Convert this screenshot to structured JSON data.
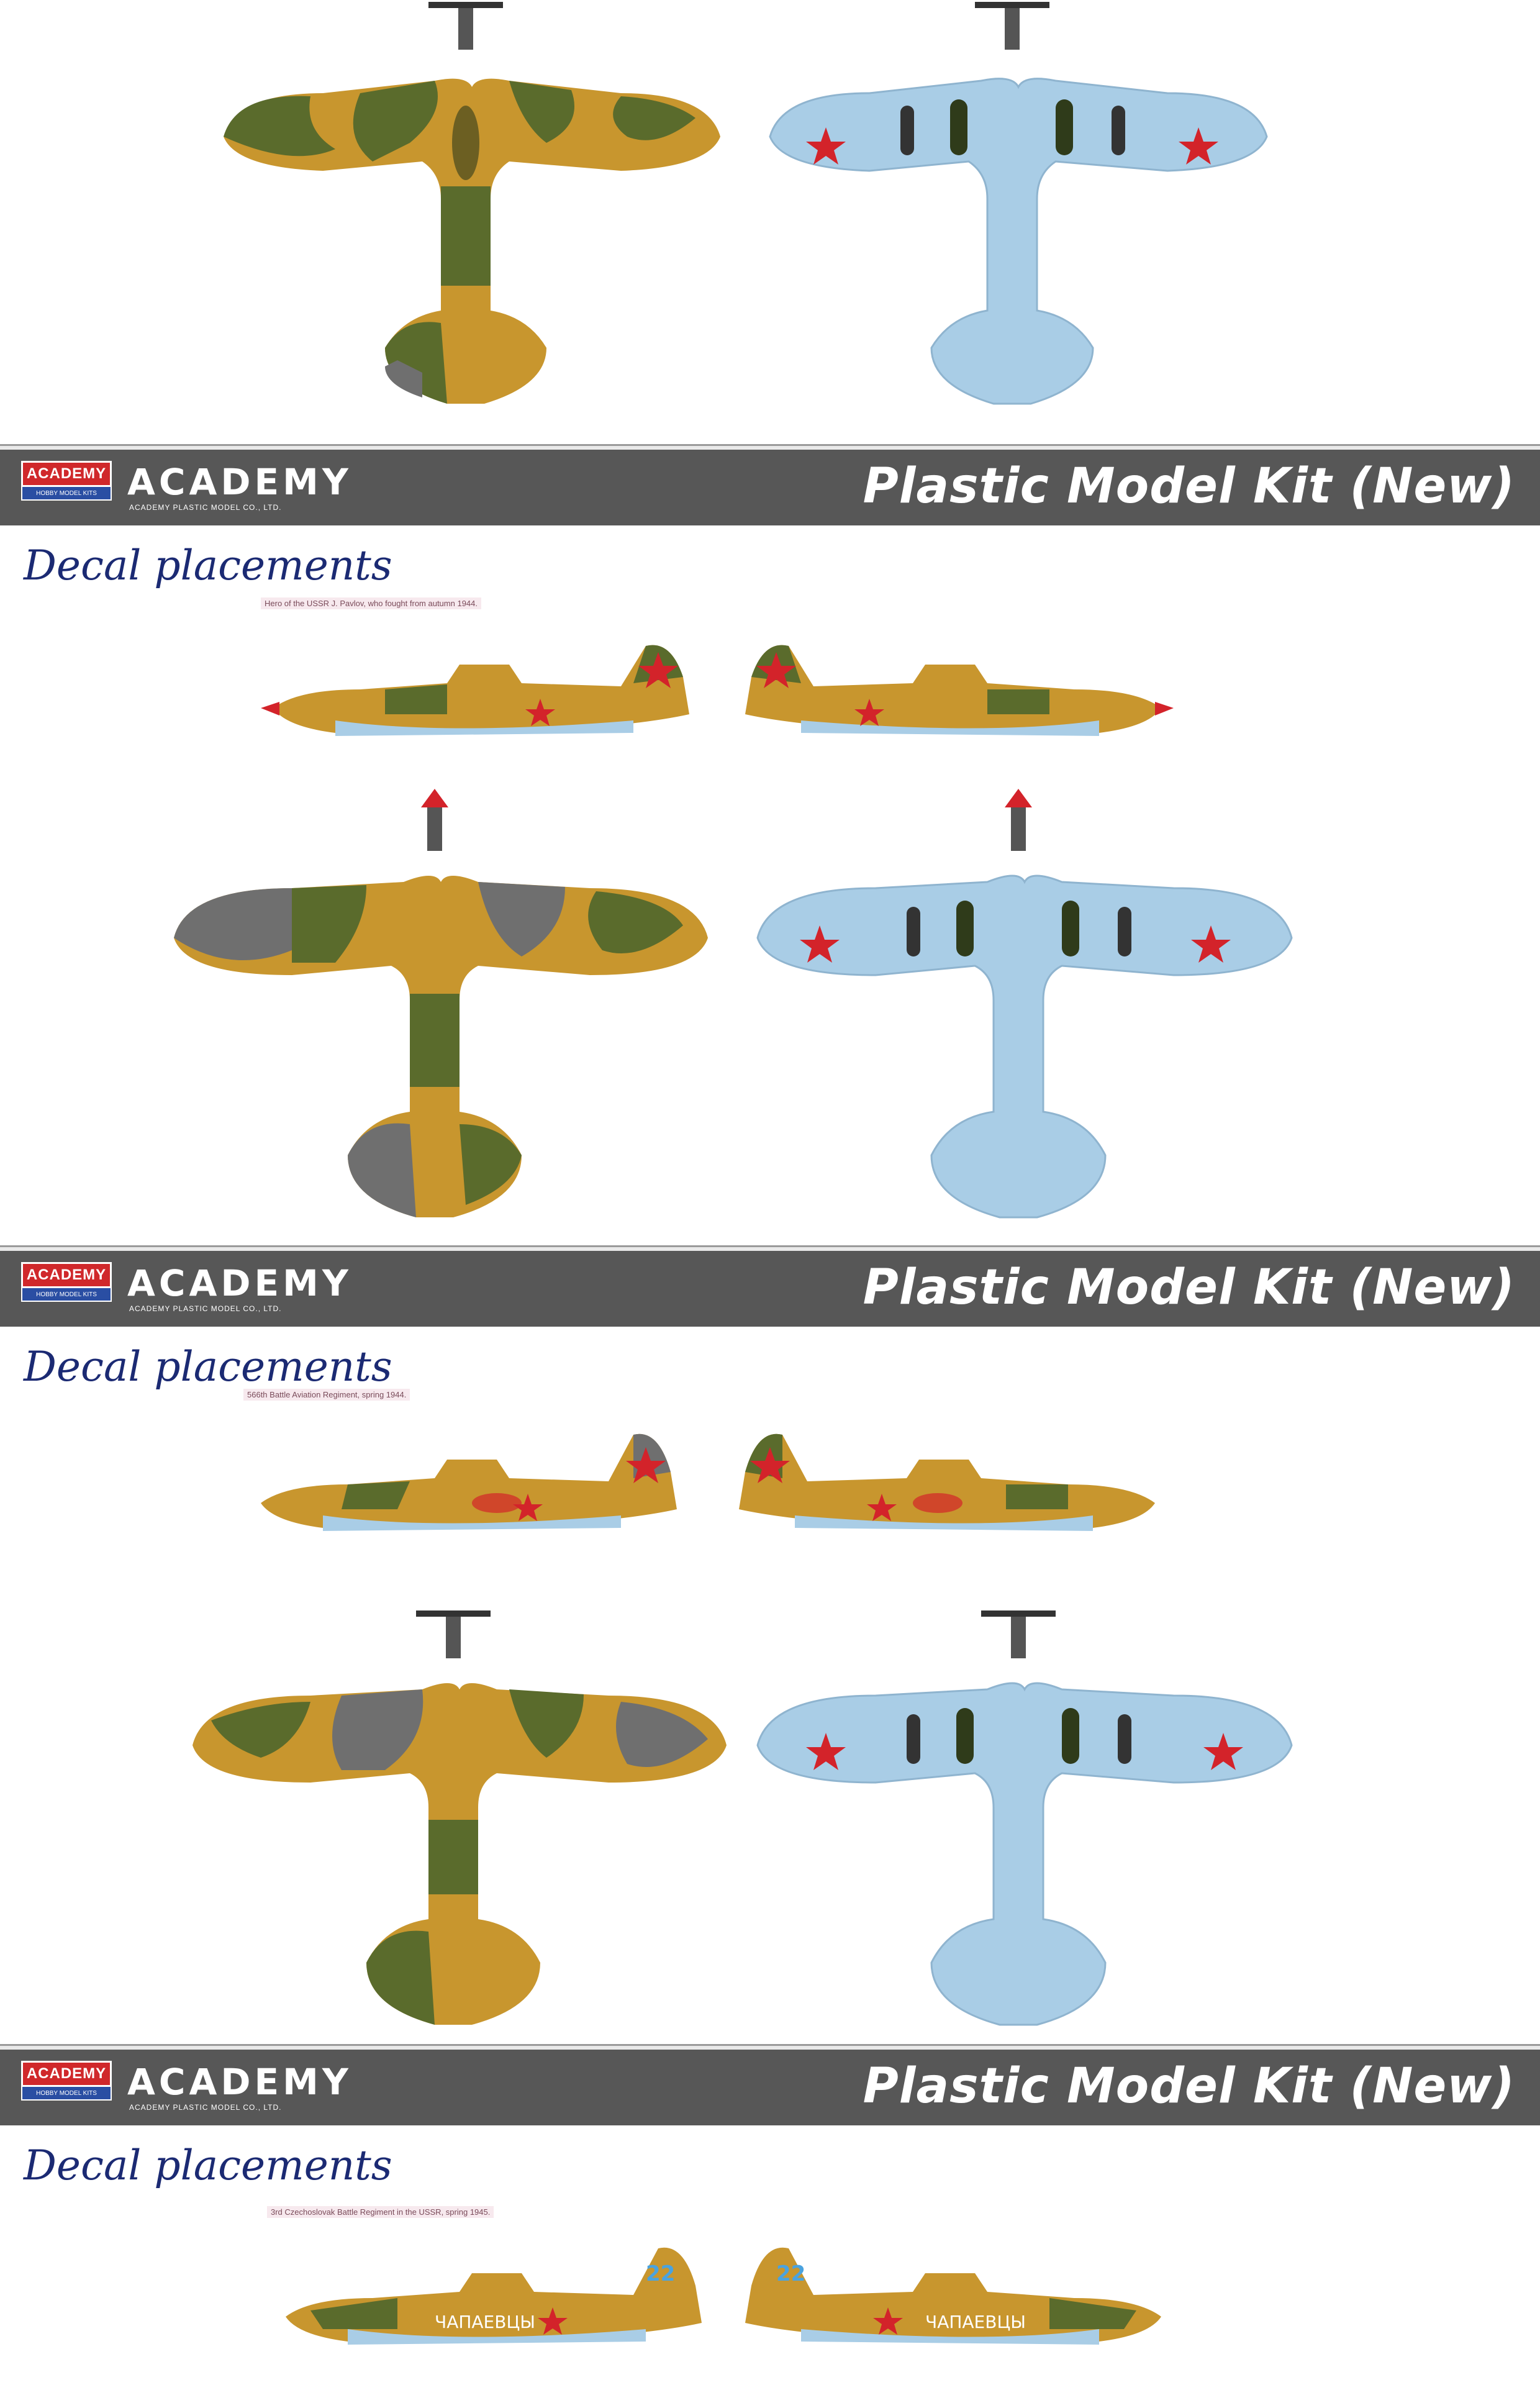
{
  "banner": {
    "logo_top": "ACADEMY",
    "logo_bottom": "HOBBY MODEL KITS",
    "brand": "ACADEMY",
    "brand_sub": "ACADEMY PLASTIC MODEL CO., LTD.",
    "kit_title": "Plastic Model Kit (New)"
  },
  "sections": [
    {
      "heading": "Decal placements",
      "caption": "Hero of the USSR J. Pavlov, who fought from autumn 1944."
    },
    {
      "heading": "Decal placements",
      "caption": "566th Battle Aviation Regiment, spring 1944."
    },
    {
      "heading": "Decal placements",
      "caption": "3rd Czechoslovak Battle Regiment in the USSR, spring 1945."
    }
  ],
  "side_markings": {
    "fuselage_slogan": "ЧАПАЕВЦЫ",
    "tail_number": "22"
  },
  "colors": {
    "olive": "#5a6b2c",
    "tan": "#c8962e",
    "grey": "#6f6f6f",
    "light_blue": "#a9cde6",
    "red_star": "#d3232a",
    "banner_grey": "#575757",
    "heading_blue": "#1b2a73"
  }
}
